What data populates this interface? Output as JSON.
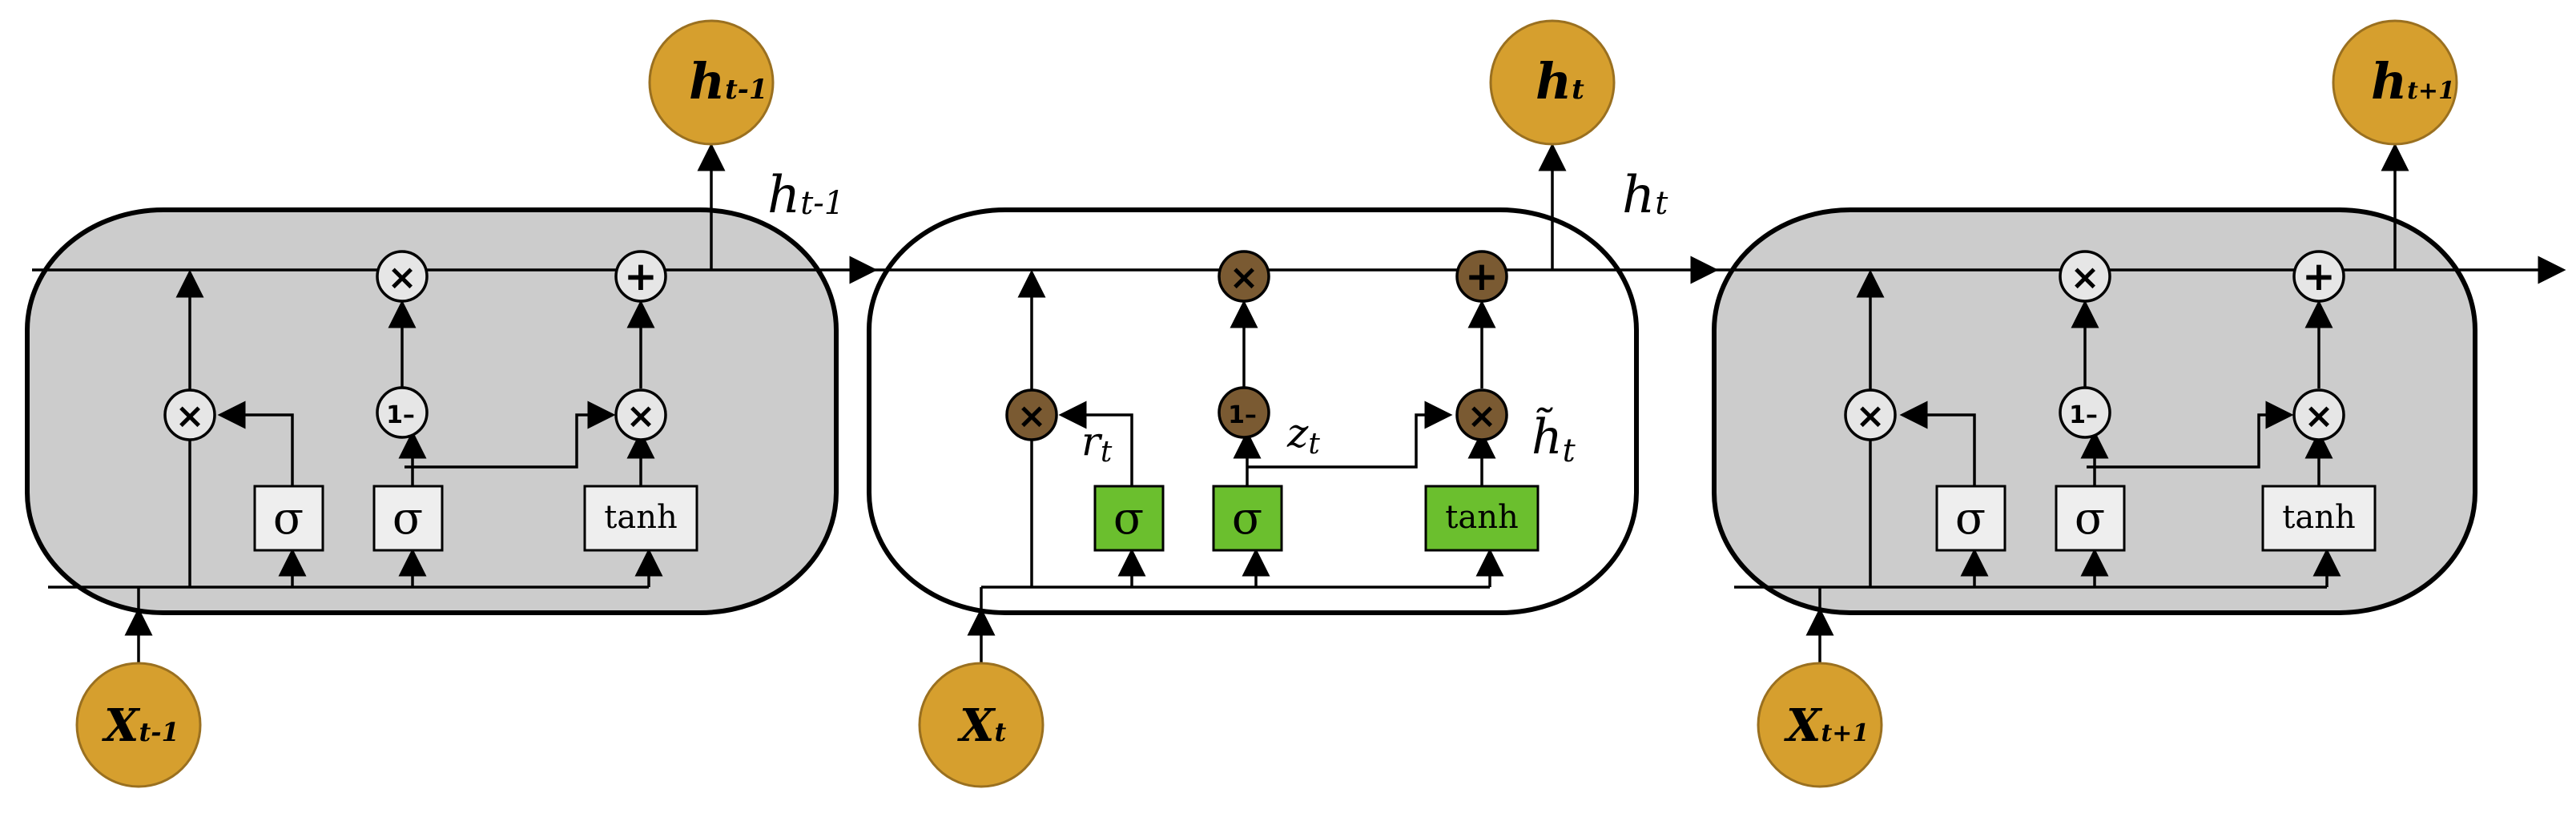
{
  "colors": {
    "cell_side_fill": "#cccccc",
    "cell_mid_fill": "#ffffff",
    "io_fill": "#d69f2e",
    "mid_op_fill": "#7a5a32",
    "side_op_fill": "#e6e6e6",
    "mid_gate_fill": "#6bbf2e",
    "side_gate_fill": "#eeeeee"
  },
  "outputs": [
    {
      "main": "h",
      "sub": "t-1"
    },
    {
      "main": "h",
      "sub": "t"
    },
    {
      "main": "h",
      "sub": "t+1"
    }
  ],
  "inputs": [
    {
      "main": "X",
      "sub": "t-1"
    },
    {
      "main": "X",
      "sub": "t"
    },
    {
      "main": "X",
      "sub": "t+1"
    }
  ],
  "hidden_labels": [
    {
      "main": "h",
      "sub": "t-1"
    },
    {
      "main": "h",
      "sub": "t"
    }
  ],
  "gate_labels": {
    "reset": {
      "main": "r",
      "sub": "t"
    },
    "update": {
      "main": "z",
      "sub": "t"
    },
    "candidate": {
      "main": "h̃",
      "sub": "t"
    }
  },
  "gates": {
    "sigma": "σ",
    "tanh": "tanh"
  },
  "ops": {
    "mult": "×",
    "add": "+",
    "one_minus": "1–"
  }
}
